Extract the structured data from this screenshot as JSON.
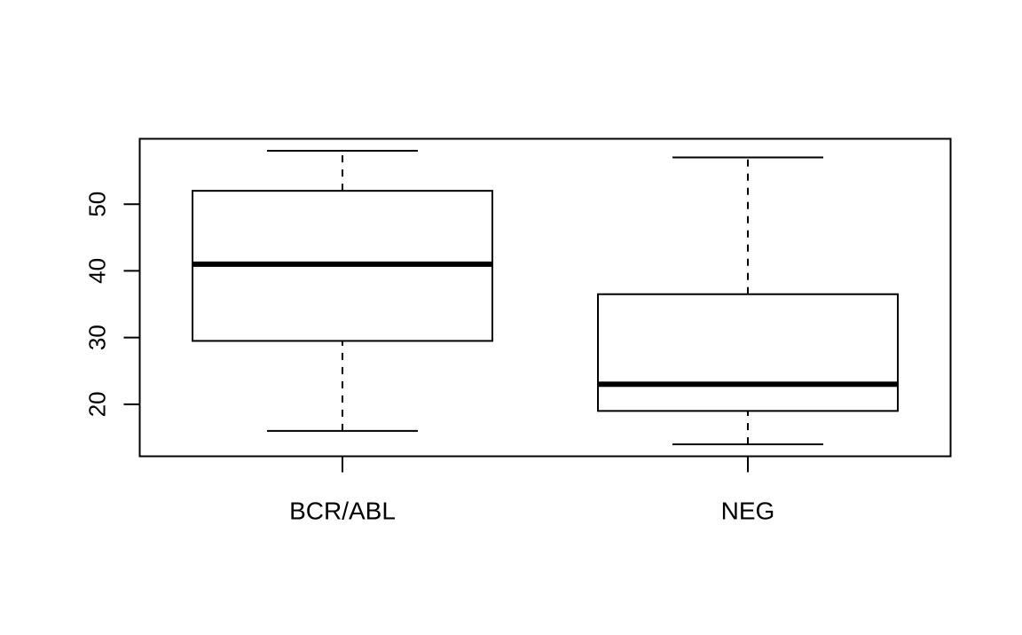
{
  "chart_data": {
    "type": "boxplot",
    "title": "",
    "xlabel": "",
    "ylabel": "",
    "categories": [
      "BCR/ABL",
      "NEG"
    ],
    "boxes": [
      {
        "category": "BCR/ABL",
        "whisker_low": 16,
        "q1": 29.5,
        "median": 41,
        "q3": 52,
        "whisker_high": 58
      },
      {
        "category": "NEG",
        "whisker_low": 14,
        "q1": 19,
        "median": 23,
        "q3": 36.5,
        "whisker_high": 57
      }
    ],
    "yticks": [
      "20",
      "30",
      "40",
      "50"
    ],
    "ylim": [
      12.2,
      59.8
    ],
    "grid": false,
    "legend": "none",
    "colors": {
      "stroke": "#000000",
      "fill": "#ffffff"
    }
  }
}
